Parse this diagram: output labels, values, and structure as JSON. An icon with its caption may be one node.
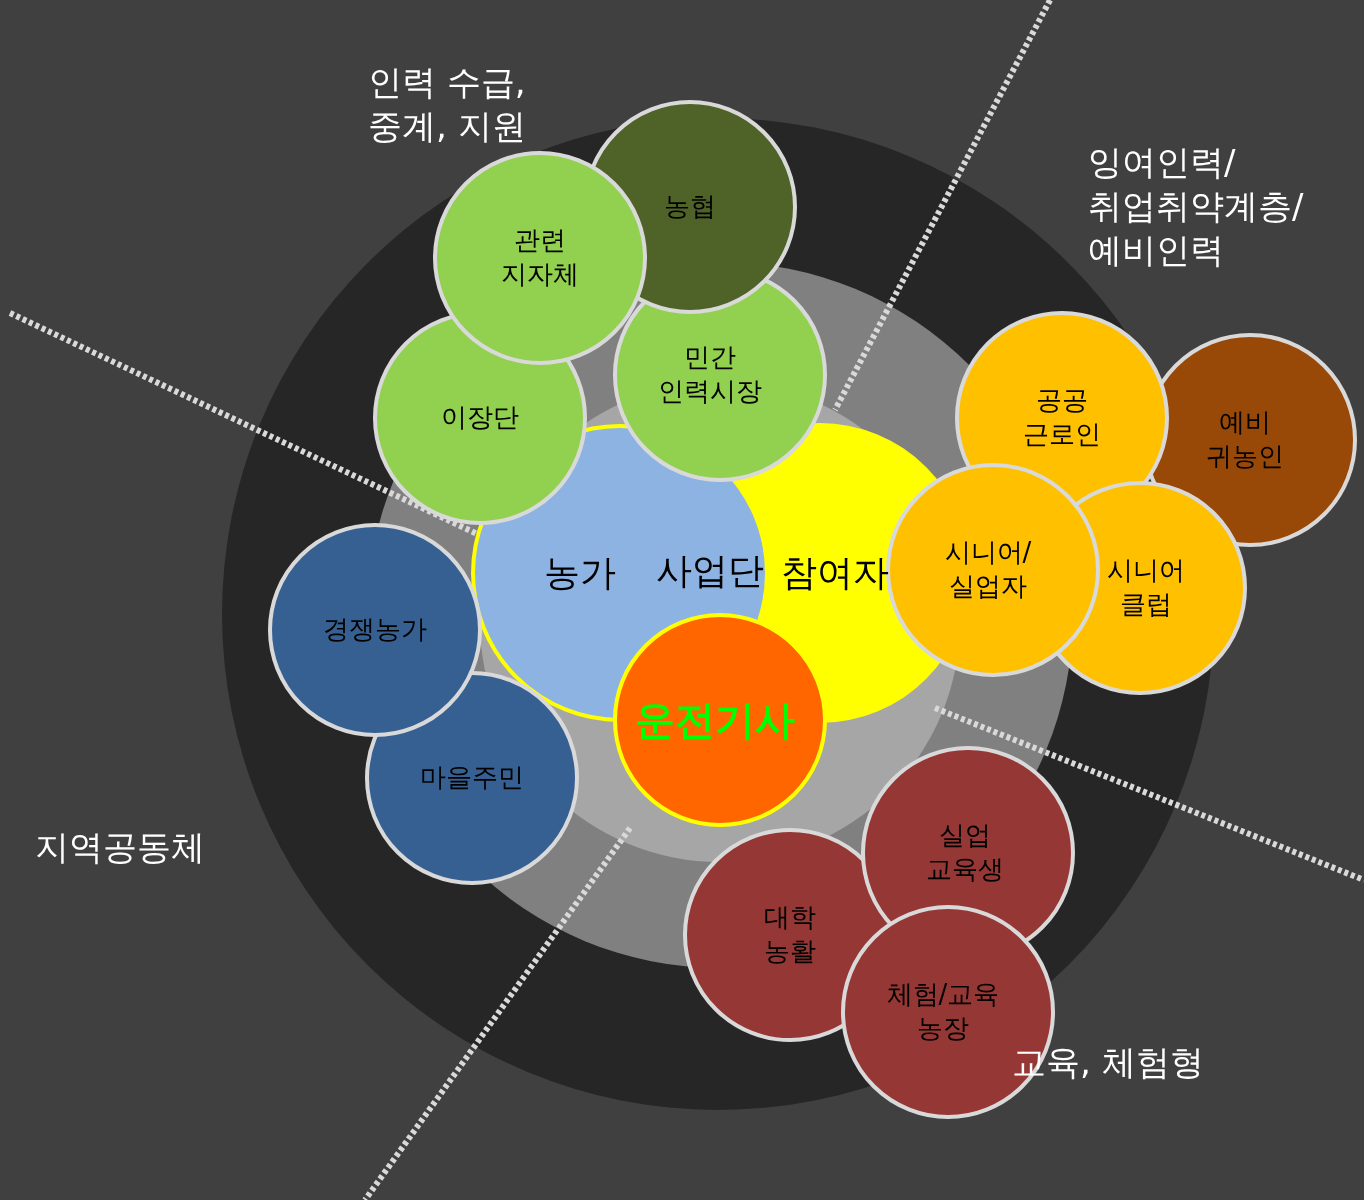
{
  "diagram": {
    "nodes": [
      {
        "text": [
          "농협"
        ]
      },
      {
        "text": [
          "관련 지자체"
        ]
      },
      {
        "text": [
          "민간 인력시장"
        ]
      },
      {
        "text": [
          "공공 근로인"
        ]
      },
      {
        "text": [
          "이장단"
        ]
      },
      {
        "text": [
          "예비 귀농인"
        ]
      },
      {
        "text": [
          "농가"
        ]
      },
      {
        "text": [
          "참여자"
        ]
      },
      {
        "text": [
          "시니어/실업자"
        ]
      },
      {
        "text": [
          "시니어 클럽"
        ]
      },
      {
        "text": [
          "경쟁농가"
        ]
      },
      {
        "text": [
          "운전기사"
        ]
      },
      {
        "text": [
          "마을주민"
        ]
      },
      {
        "text": [
          "실업 교육생"
        ]
      },
      {
        "text": [
          "대학 농활"
        ]
      },
      {
        "text": [
          "체험/교육 농장"
        ]
      }
    ],
    "labels": [
      "인력 수급, 중계, 지원",
      "잉여인력/취업취약계층/예비인력",
      "사업단",
      "지역공동체",
      "교육, 체험형"
    ]
  }
}
